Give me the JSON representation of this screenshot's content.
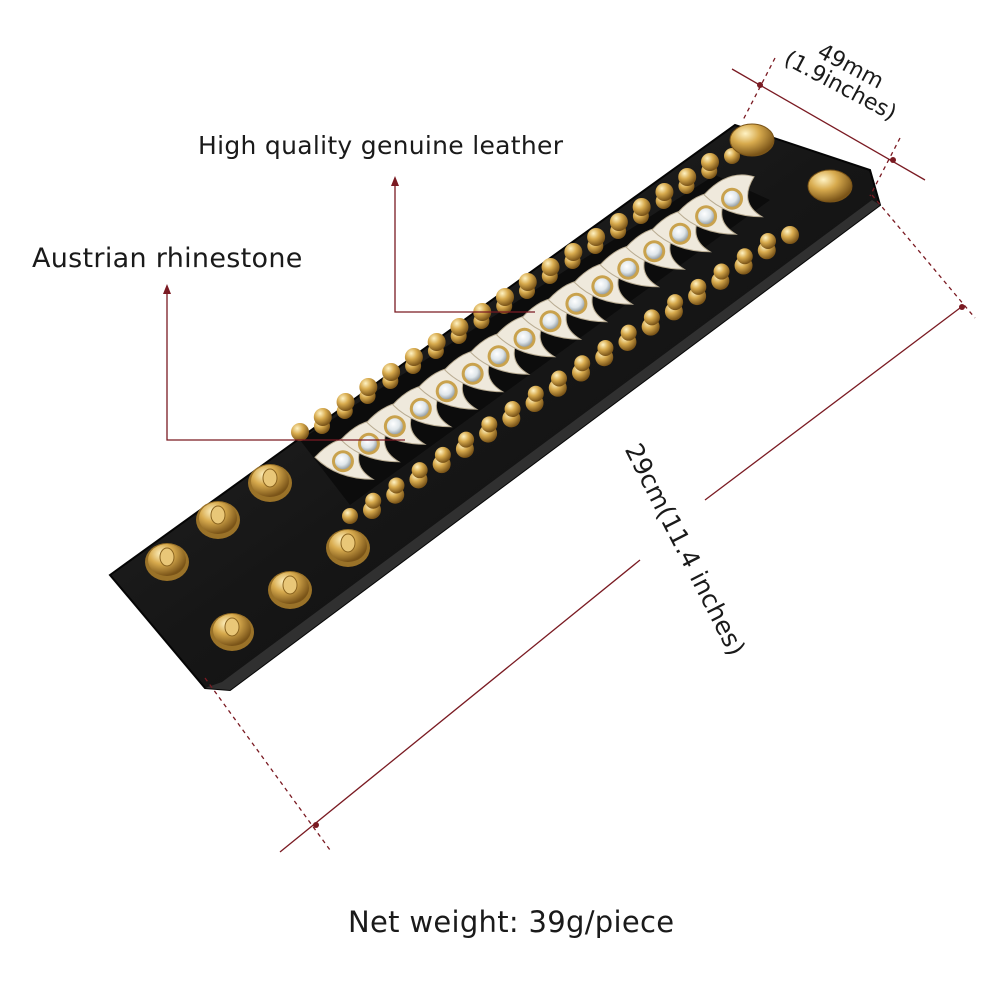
{
  "annotations": {
    "material": "High quality genuine leather",
    "stone": "Austrian rhinestone",
    "width_primary": "49mm",
    "width_secondary": "(1.9inches)",
    "length": "29cm(11.4 inches)",
    "weight": "Net weight: 39g/piece"
  },
  "colors": {
    "leather": "#151515",
    "gold": "#d2a44a",
    "fur": "#efe9dc",
    "dimension_line": "#7a1a22",
    "text": "#1a1a1a"
  },
  "icons": {
    "snap": "gold-snap-rivet-icon",
    "stud": "gold-dome-stud-icon",
    "gem": "rhinestone-icon"
  }
}
